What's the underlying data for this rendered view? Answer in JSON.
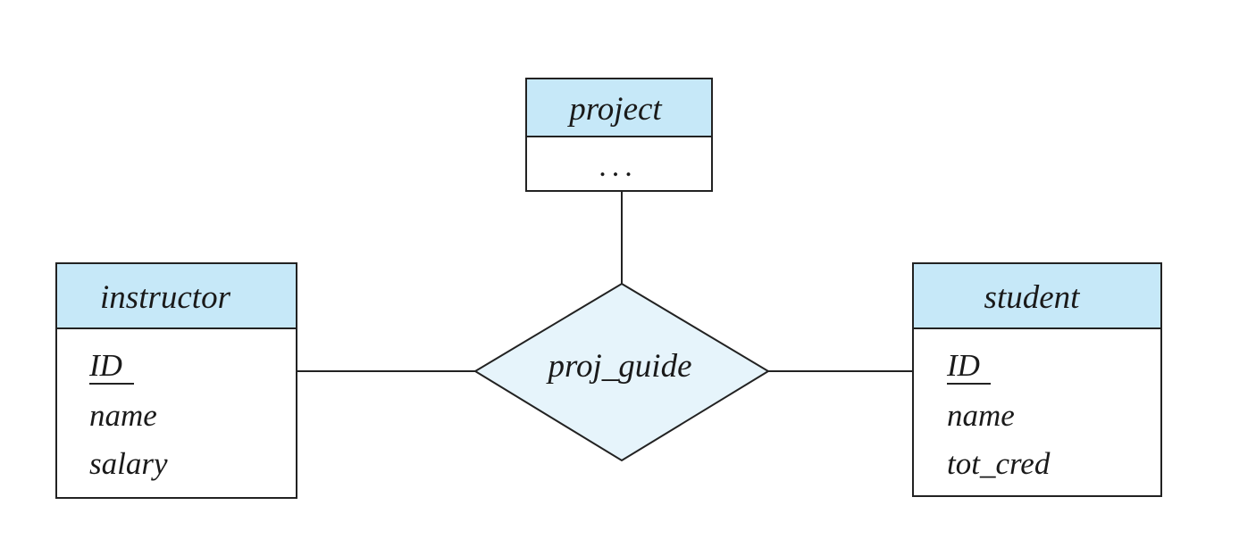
{
  "colors": {
    "entity_header_fill": "#c6e8f8",
    "relationship_fill": "#e6f4fb",
    "stroke": "#222222",
    "background": "#ffffff"
  },
  "entities": {
    "project": {
      "name": "project",
      "attributes": [
        "..."
      ]
    },
    "instructor": {
      "name": "instructor",
      "primary_key": "ID",
      "attributes": [
        "name",
        "salary"
      ]
    },
    "student": {
      "name": "student",
      "primary_key": "ID",
      "attributes": [
        "name",
        "tot_cred"
      ]
    }
  },
  "relationship": {
    "name": "proj_guide",
    "connects": [
      "instructor",
      "project",
      "student"
    ]
  }
}
